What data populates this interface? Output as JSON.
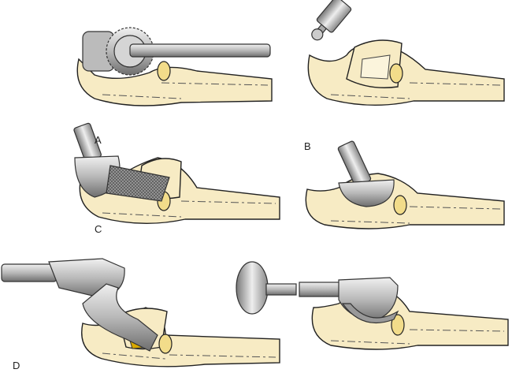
{
  "panels": [
    {
      "id": "A",
      "label": "A"
    },
    {
      "id": "B",
      "label": "B"
    },
    {
      "id": "C",
      "label": "C"
    },
    {
      "id": "C2",
      "label": ""
    },
    {
      "id": "D",
      "label": "D"
    },
    {
      "id": "D2",
      "label": ""
    }
  ],
  "colors": {
    "bone": "#f7ebc4",
    "metal_light": "#e2e2e2",
    "metal_dark": "#7a7a7a",
    "cartilage": "#d9a800"
  }
}
